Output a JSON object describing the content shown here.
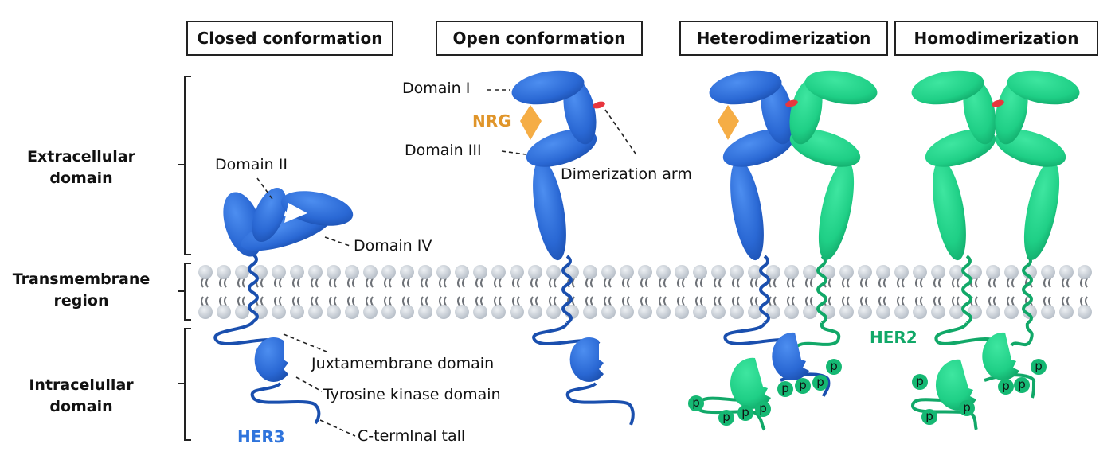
{
  "headers": {
    "closed": "Closed conformation",
    "open": "Open conformation",
    "hetero": "Heterodimerization",
    "homo": "Homodimerization"
  },
  "regions": {
    "extracellular": [
      "Extracellular",
      "domain"
    ],
    "transmembrane": [
      "Transmembrane",
      "region"
    ],
    "intracellular": [
      "Intracelullar",
      "domain"
    ]
  },
  "labels": {
    "domain1": "Domain I",
    "domain2": "Domain II",
    "domain3": "Domain III",
    "domain4": "Domain IV",
    "nrg": "NRG",
    "dimerization_arm": "Dimerization arm",
    "juxtamembrane": "Juxtamembrane domain",
    "tyrosine_kinase": "Tyrosine kinase domain",
    "c_terminal": "C-termlnal tall",
    "her3": "HER3",
    "her2": "HER2",
    "phospho": "p"
  },
  "colors": {
    "her3_blue": "#2f6fd6",
    "her3_dark": "#1a4fae",
    "her2_green": "#1fcf86",
    "her2_dark": "#11a868",
    "nrg_orange": "#f5ad45",
    "nrg_text": "#e0952a",
    "arm_red": "#e8363e",
    "lipid_head": "#c8ced6",
    "lipid_tail": "#6d7177"
  }
}
